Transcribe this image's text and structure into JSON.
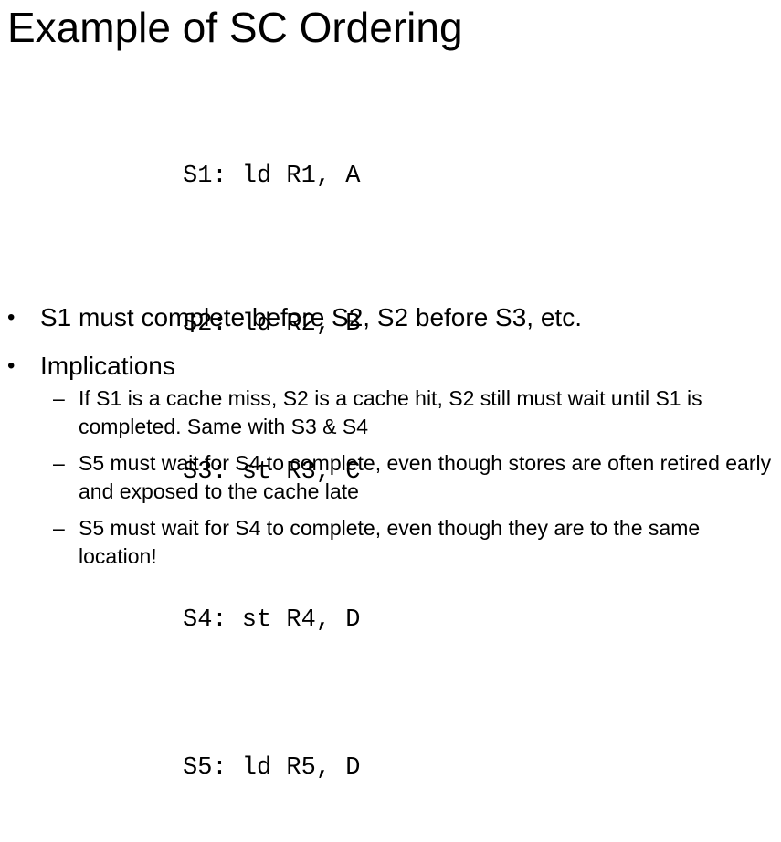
{
  "slide": {
    "title": "Example of SC Ordering",
    "code_lines": [
      "S1: ld R1, A",
      "S2: ld R2, B",
      "S3: st R3, C",
      "S4: st R4, D",
      "S5: ld R5, D"
    ],
    "bullets": [
      {
        "text": "S1 must complete before S2, S2 before S3, etc."
      },
      {
        "text": "Implications",
        "subitems": [
          "If S1 is a cache miss, S2 is a cache hit, S2 still must wait until S1 is completed. Same with S3 & S4",
          "S5 must wait for S4 to complete, even though stores are often retired early and exposed to the cache late",
          "S5 must wait for S4 to complete, even though they are to the same location!"
        ]
      }
    ],
    "bullet_glyph": "•",
    "sub_glyph": "–"
  }
}
